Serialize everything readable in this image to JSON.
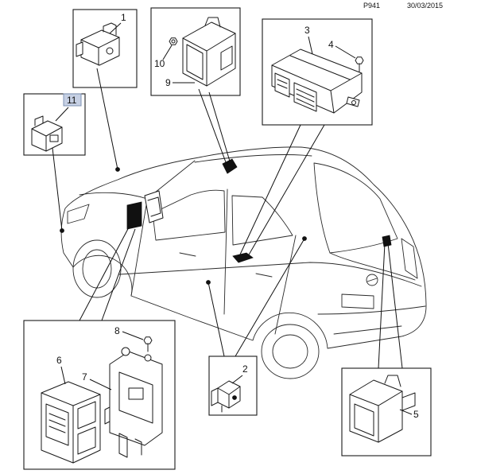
{
  "header": {
    "code": "P941",
    "date": "30/03/2015"
  },
  "callouts": {
    "part_1": "1",
    "part_2": "2",
    "part_3": "3",
    "part_4": "4",
    "part_5": "5",
    "part_6": "6",
    "part_7": "7",
    "part_8": "8",
    "part_9": "9",
    "part_10": "10",
    "part_11": "11"
  },
  "colors": {
    "line": "#1a1a1a",
    "background": "#ffffff",
    "highlight_fill": "#c6d0e4",
    "highlight_border": "#7f93b5"
  }
}
